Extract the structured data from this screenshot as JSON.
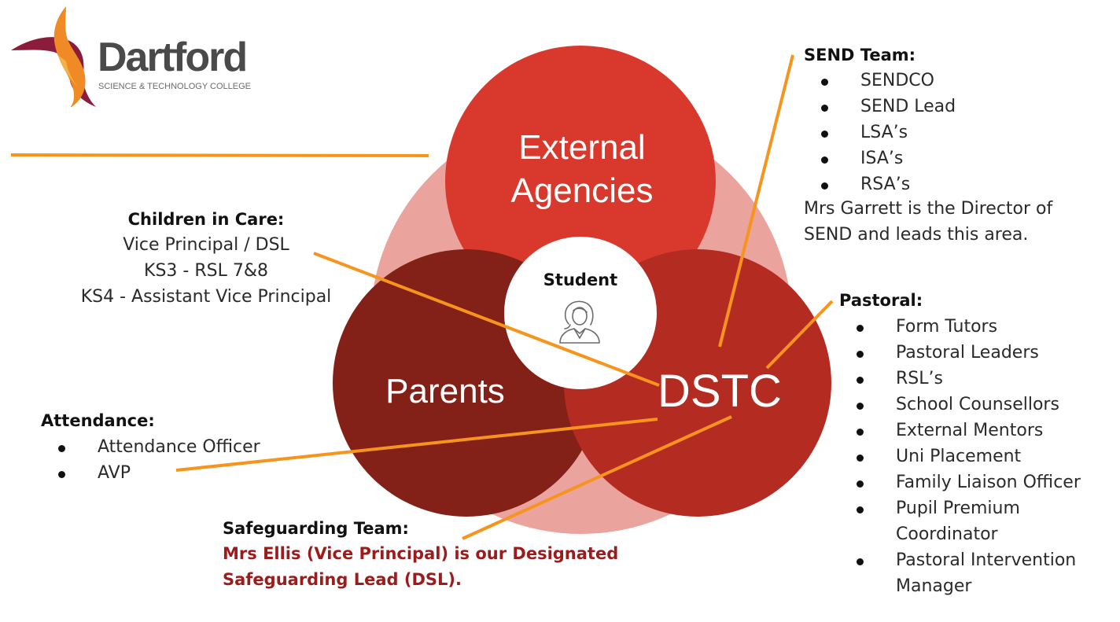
{
  "logo": {
    "wordmark": "Dartford",
    "subtitle": "SCIENCE & TECHNOLOGY COLLEGE"
  },
  "circles": {
    "top": {
      "line1": "External",
      "line2": "Agencies"
    },
    "left": {
      "label": "Parents"
    },
    "right": {
      "label": "DSTC"
    },
    "center": {
      "label": "Student"
    }
  },
  "colors": {
    "outer": "#eba39d",
    "top": "#d9382c",
    "left": "#832018",
    "right": "#b42b22",
    "connector": "#f7941d",
    "highlight": "#9b1c1c"
  },
  "icons": {
    "student": "student-icon"
  },
  "children_in_care": {
    "heading": "Children in Care:",
    "lines": [
      "Vice Principal / DSL",
      "KS3 - RSL 7&8",
      "KS4 - Assistant Vice Principal"
    ]
  },
  "attendance": {
    "heading": "Attendance:",
    "items": [
      "Attendance Officer",
      "AVP"
    ]
  },
  "safeguarding": {
    "heading": "Safeguarding Team:",
    "line1": "Mrs Ellis (Vice Principal) is our Designated",
    "line2": "Safeguarding Lead (DSL)."
  },
  "send": {
    "heading": "SEND Team:",
    "items": [
      "SENDCO",
      "SEND Lead",
      "LSA’s",
      "ISA’s",
      "RSA’s"
    ],
    "note_line1": "Mrs Garrett is the Director of",
    "note_line2": "SEND and leads this area."
  },
  "pastoral": {
    "heading": "Pastoral:",
    "items": [
      "Form Tutors",
      "Pastoral Leaders",
      "RSL’s",
      "School Counsellors",
      "External Mentors",
      "Uni Placement",
      "Family Liaison Officer",
      "Pupil Premium",
      "Coordinator",
      "Pastoral Intervention",
      "Manager"
    ]
  }
}
